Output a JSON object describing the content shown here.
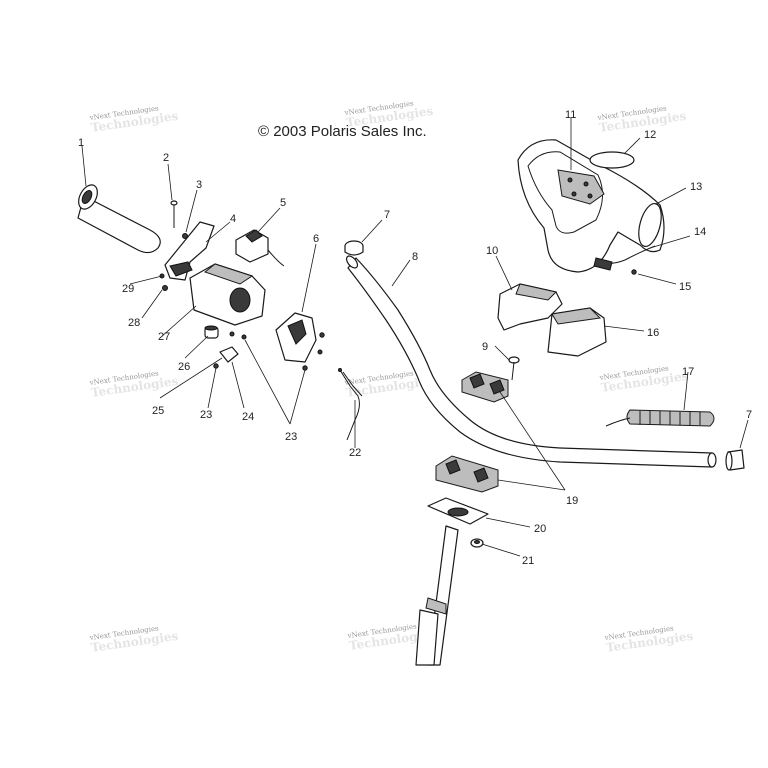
{
  "copyright": "© 2003 Polaris Sales Inc.",
  "watermark": {
    "line1": "vNext Technologies",
    "line2": "Technologies"
  },
  "callouts": {
    "c1": "1",
    "c2": "2",
    "c3": "3",
    "c4": "4",
    "c5": "5",
    "c6": "6",
    "c7a": "7",
    "c7b": "7",
    "c8": "8",
    "c9": "9",
    "c10": "10",
    "c11": "11",
    "c12": "12",
    "c13": "13",
    "c14": "14",
    "c15": "15",
    "c16": "16",
    "c17": "17",
    "c19": "19",
    "c20": "20",
    "c21": "21",
    "c22": "22",
    "c23a": "23",
    "c23b": "23",
    "c24": "24",
    "c25": "25",
    "c26": "26",
    "c27": "27",
    "c28": "28",
    "c29": "29"
  }
}
